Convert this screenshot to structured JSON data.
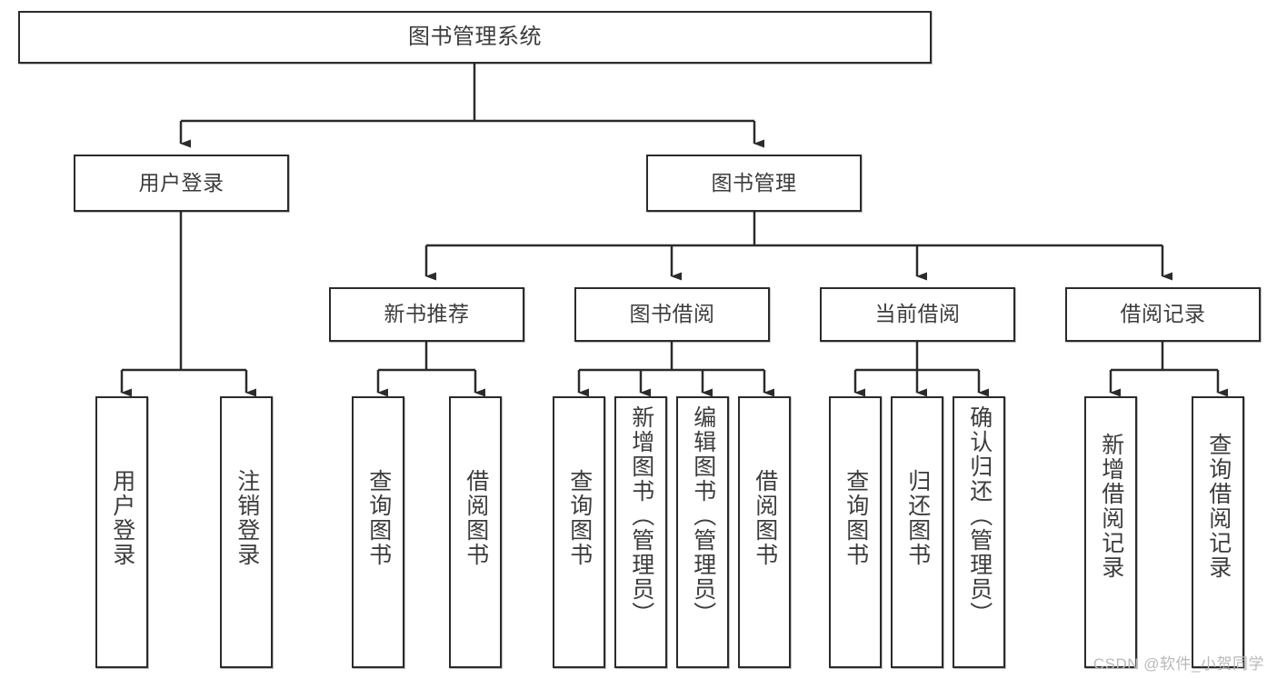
{
  "diagram": {
    "title": "图书管理系统",
    "watermark": "CSDN @软件_小贺同学",
    "colors": {
      "stroke": "#2b2b2b",
      "text": "#3c3c3c",
      "background": "#ffffff",
      "watermark": "#b9b9b9"
    },
    "levels": {
      "root": {
        "label": "图书管理系统"
      },
      "level2": [
        {
          "label": "用户登录"
        },
        {
          "label": "图书管理"
        }
      ],
      "level3": [
        {
          "label": "新书推荐"
        },
        {
          "label": "图书借阅"
        },
        {
          "label": "当前借阅"
        },
        {
          "label": "借阅记录"
        }
      ],
      "leaves": {
        "user_login": [
          {
            "label": "用户登录"
          },
          {
            "label": "注销登录"
          }
        ],
        "new_book_recommend": [
          {
            "label": "查询图书"
          },
          {
            "label": "借阅图书"
          }
        ],
        "book_borrow": [
          {
            "label": "查询图书"
          },
          {
            "label": "新增图书（管理员）"
          },
          {
            "label": "编辑图书（管理员）"
          },
          {
            "label": "借阅图书"
          }
        ],
        "current_borrow": [
          {
            "label": "查询图书"
          },
          {
            "label": "归还图书"
          },
          {
            "label": "确认归还（管理员）"
          }
        ],
        "borrow_record": [
          {
            "label": "新增借阅记录"
          },
          {
            "label": "查询借阅记录"
          }
        ]
      }
    }
  }
}
